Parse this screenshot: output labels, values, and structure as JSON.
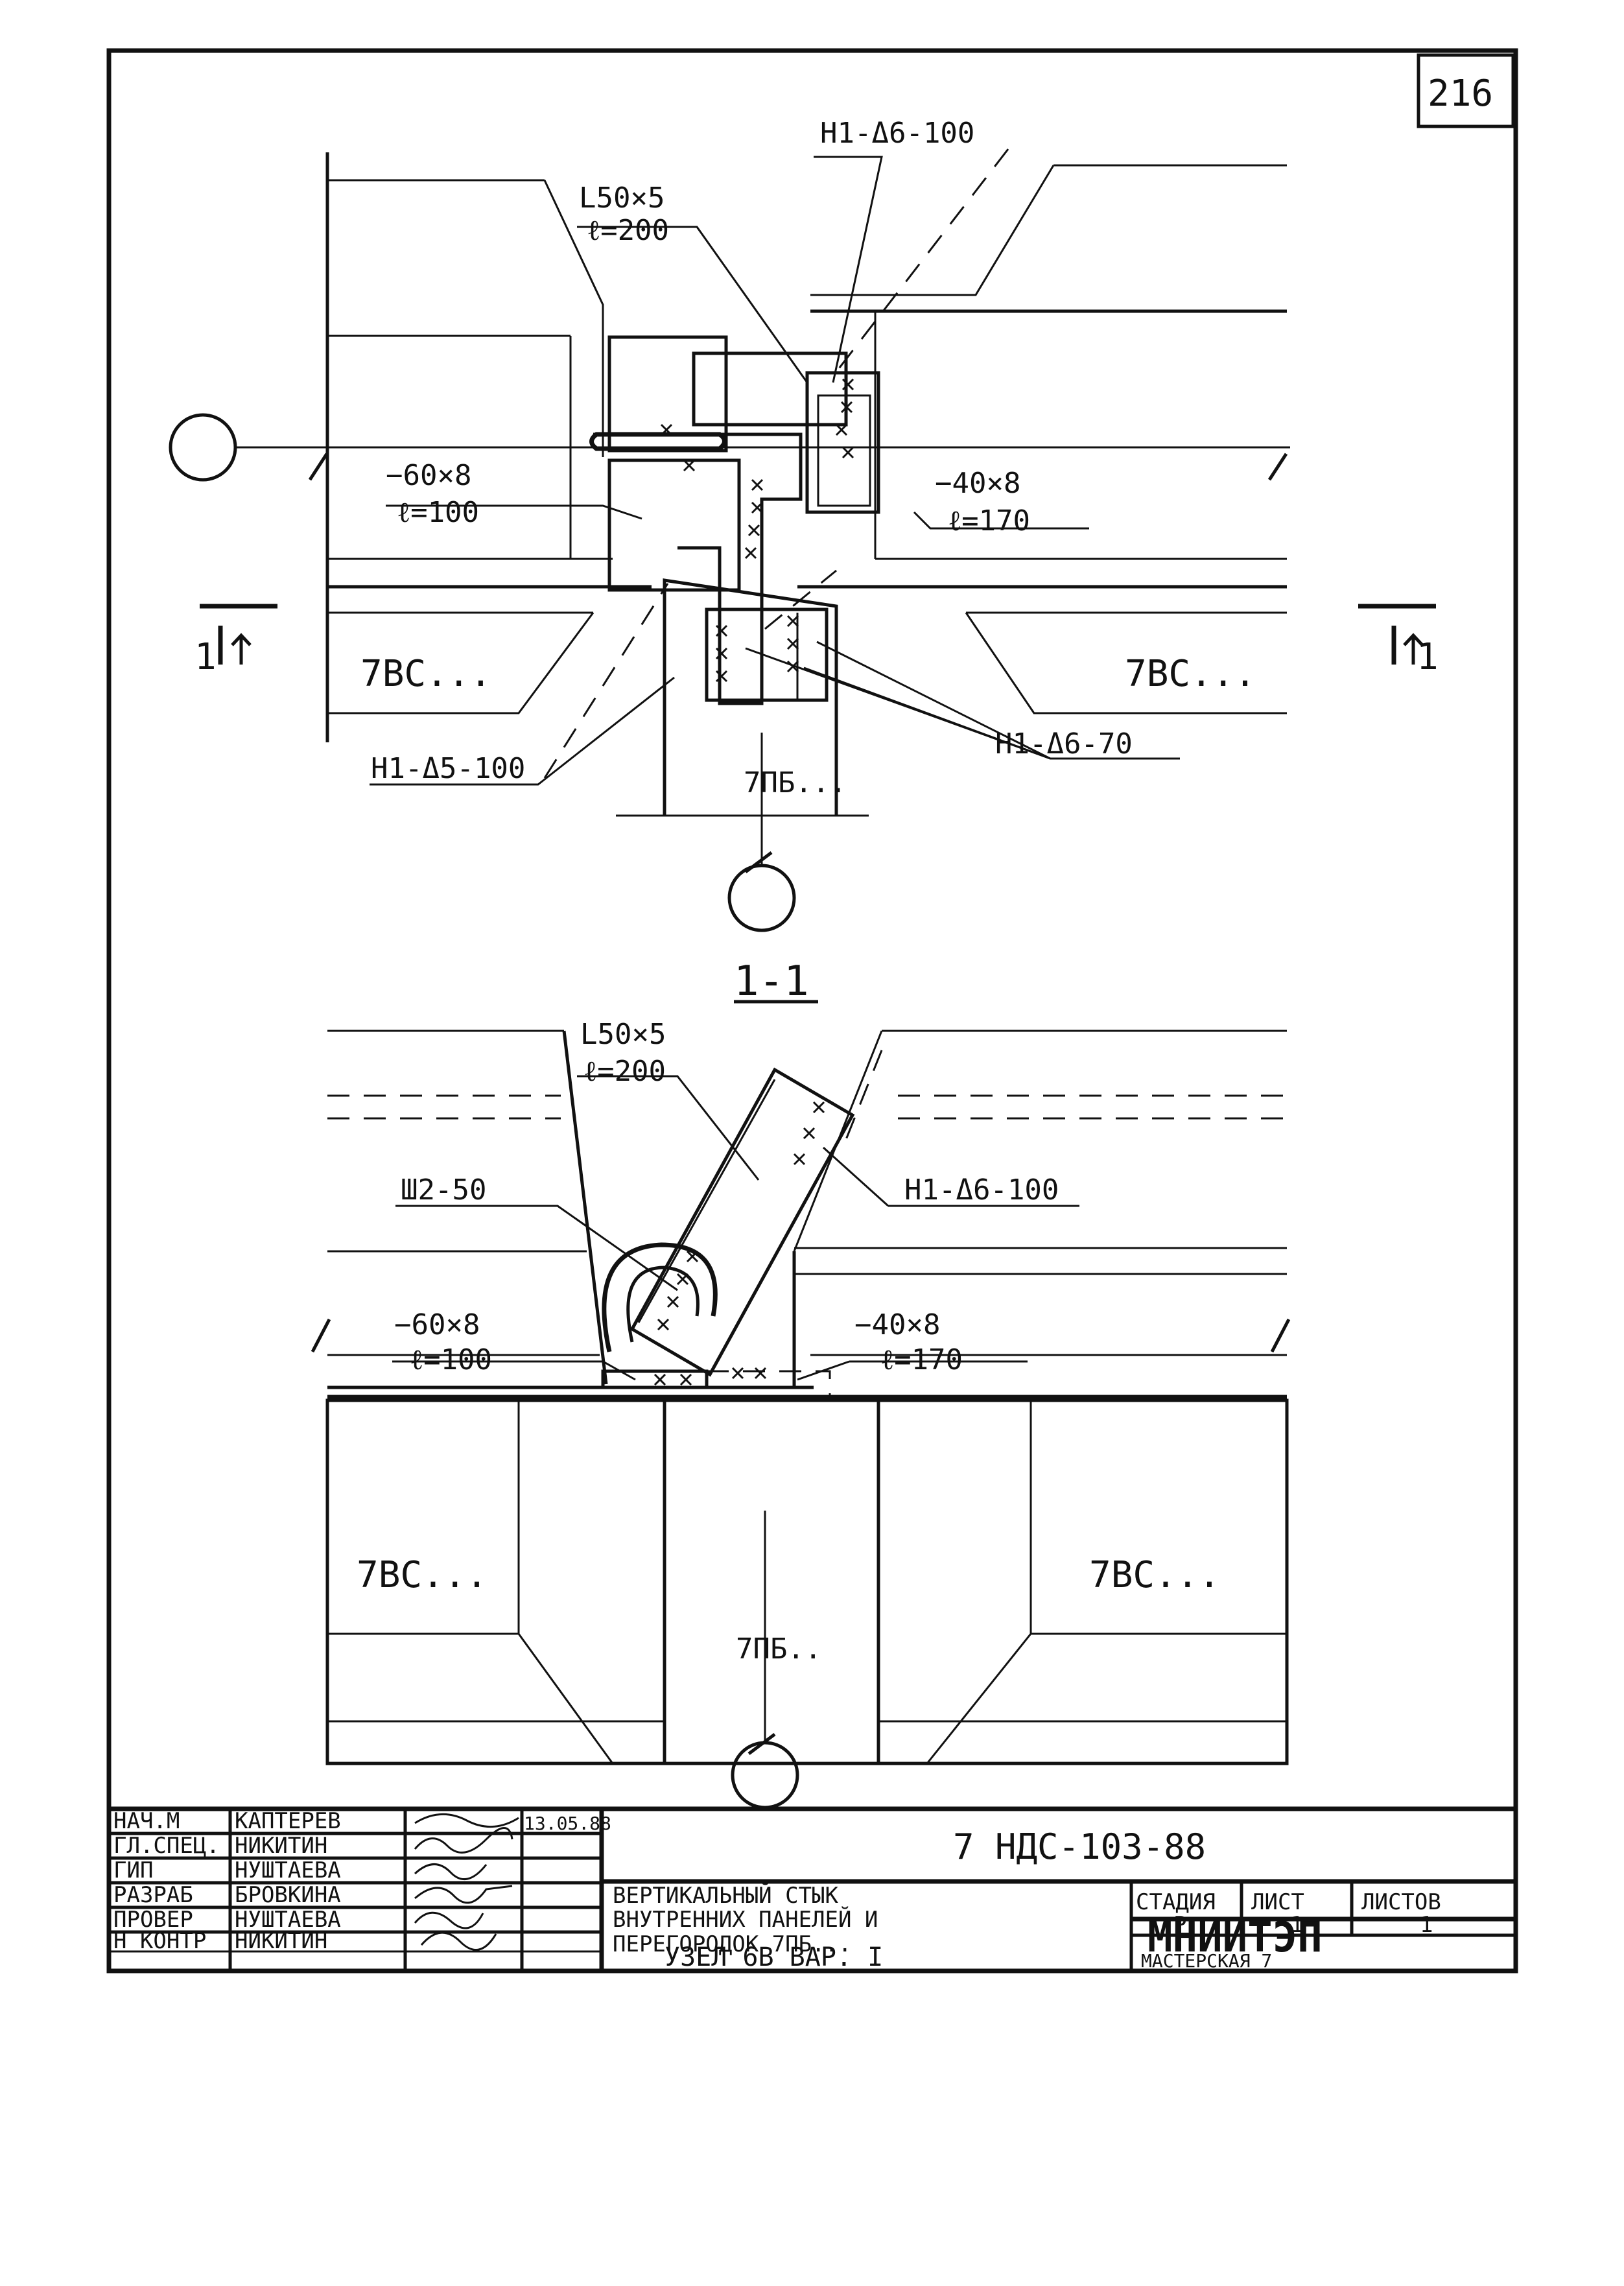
{
  "sheet_number": "216",
  "plan_view": {
    "angle_label": "L50×5",
    "angle_length": "ℓ=200",
    "weld_top": "Н1-Δ6-100",
    "plate_left_size": "−60×8",
    "plate_left_length": "ℓ=100",
    "plate_right_size": "−40×8",
    "plate_right_length": "ℓ=170",
    "weld_right": "Н1-Δ6-70",
    "weld_left": "Н1-Δ5-100",
    "panel_left": "7ВС...",
    "panel_right": "7ВС...",
    "partition": "7ПБ...",
    "section_mark_left": "1",
    "section_mark_right": "1"
  },
  "section_view": {
    "title": "1-1",
    "angle_label": "L50×5",
    "angle_length": "ℓ=200",
    "weld_angle": "Н1-Δ6-100",
    "weld_loop": "Ш2-50",
    "plate_left_size": "−60×8",
    "plate_left_length": "ℓ=100",
    "plate_right_size": "−40×8",
    "plate_right_length": "ℓ=170",
    "panel_left": "7ВС...",
    "panel_right": "7ВС...",
    "partition": "7ПБ.."
  },
  "title_block": {
    "roles": [
      "НАЧ.М",
      "ГЛ.СПЕЦ.",
      "ГИП",
      "РАЗРАБ",
      "ПРОВЕР",
      "Н КОНТР"
    ],
    "names": [
      "КАПТЕРЕВ",
      "НИКИТИН",
      "НУШТАЕВА",
      "БРОВКИНА",
      "НУШТАЕВА",
      "НИКИТИН"
    ],
    "date": "13.05.88",
    "doc_code": "7 НДС-103-88",
    "description_line1": "ВЕРТИКАЛЬНЫЙ СТЫК",
    "description_line2": "ВНУТРЕННИХ ПАНЕЛЕЙ И",
    "description_line3": "ПЕРЕГОРОДОК 7ПБ...",
    "node": "УЗЕЛ 6В  ВАР. I",
    "stage_header": "СТАДИЯ",
    "sheet_header": "ЛИСТ",
    "sheets_header": "ЛИСТОВ",
    "stage_value": "Р",
    "sheet_value": "1",
    "sheets_value": "1",
    "organization": "МНИИТЭП",
    "workshop": "МАСТЕРСКАЯ 7"
  }
}
